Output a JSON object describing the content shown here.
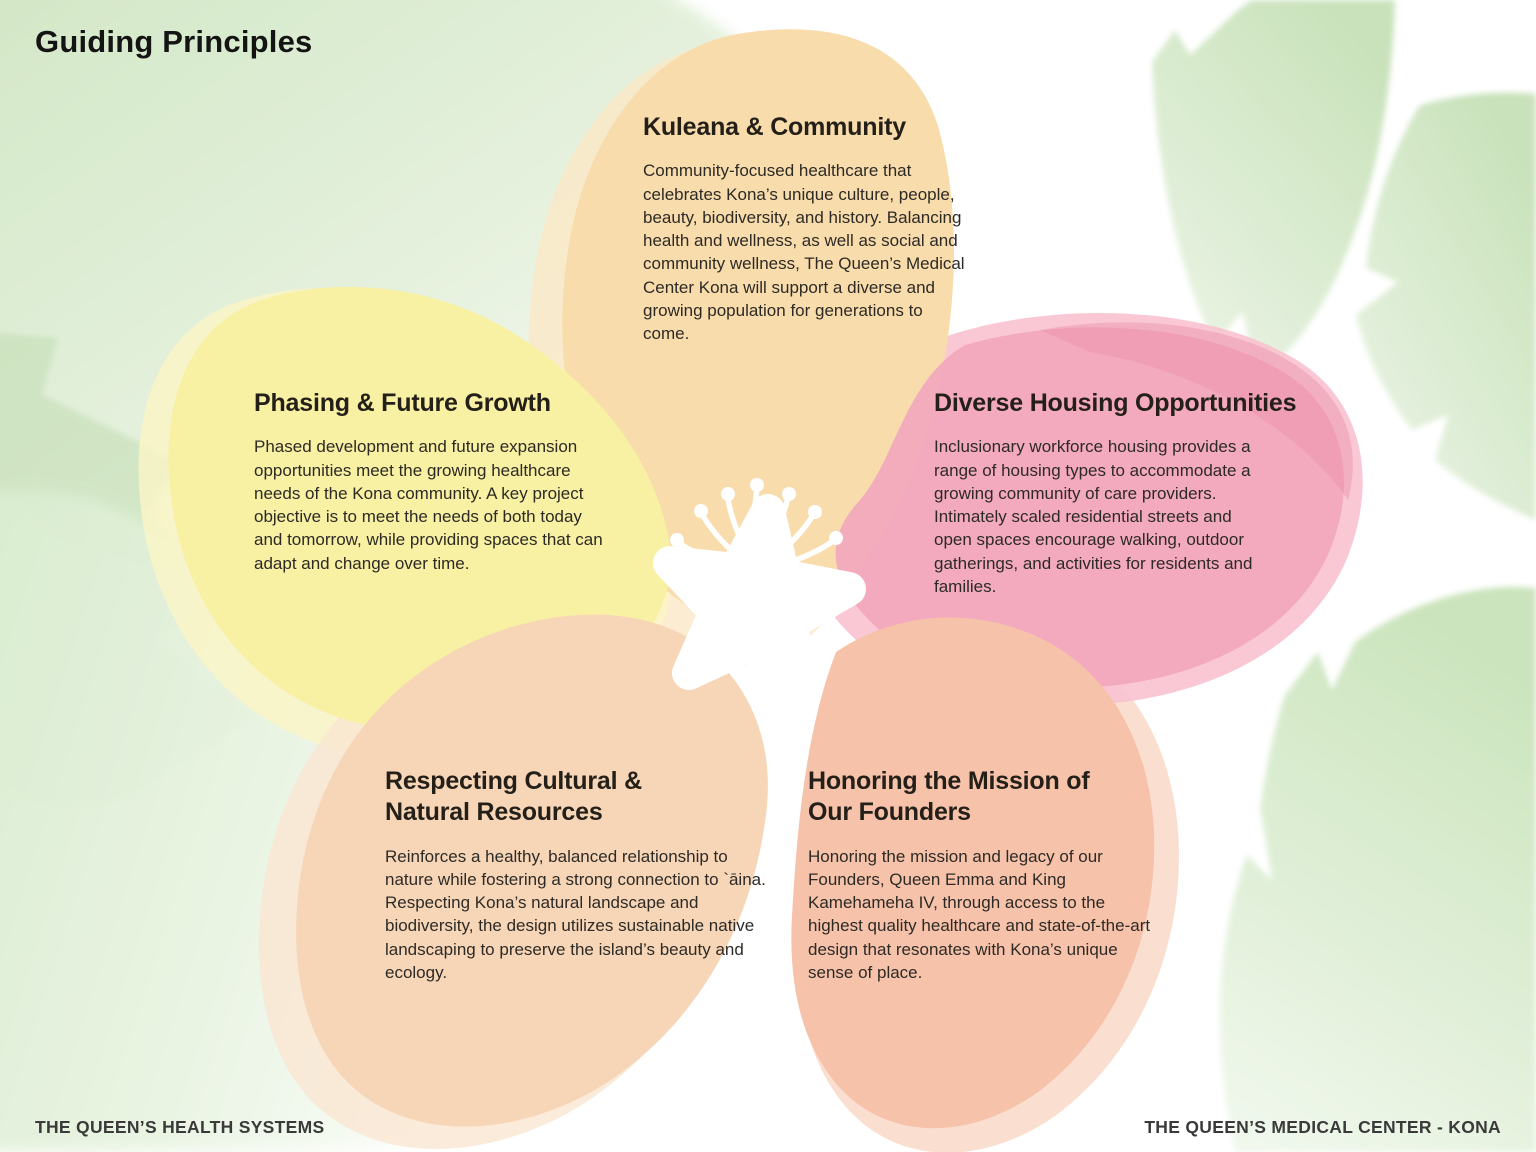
{
  "page": {
    "title": "Guiding Principles",
    "footer_left": "THE QUEEN’S HEALTH SYSTEMS",
    "footer_right": "THE QUEEN’S MEDICAL CENTER - KONA"
  },
  "principles": [
    {
      "id": "kuleana",
      "heading": "Kuleana & Community",
      "body": "Community-focused healthcare that celebrates Kona’s unique culture, people, beauty, biodiversity, and history. Balancing health and wellness, as well as social and community wellness, The Queen’s Medical Center Kona will support a diverse and growing population for generations to come.",
      "petal_color": "#f8dcac"
    },
    {
      "id": "phasing",
      "heading": "Phasing & Future Growth",
      "body": "Phased development and future expansion opportunities meet the growing healthcare needs of the Kona community. A key project objective is to meet the needs of both today and tomorrow, while providing spaces that can adapt and change over time.",
      "petal_color": "#f8f0a2"
    },
    {
      "id": "diverse",
      "heading": "Diverse Housing Opportunities",
      "body": "Inclusionary workforce housing provides a range of housing types to accommodate a growing community of care providers. Intimately scaled residential streets and open spaces encourage walking, outdoor gatherings, and activities for residents and families.",
      "petal_color": "#f2a7bc"
    },
    {
      "id": "respecting",
      "heading": "Respecting Cultural & Natural Resources",
      "body": "Reinforces a healthy, balanced relationship to nature while fostering a strong connection to `āina. Respecting Kona’s natural landscape and biodiversity, the design utilizes sustainable native landscaping to preserve the island’s beauty and ecology.",
      "petal_color": "#f7d6b7"
    },
    {
      "id": "honoring",
      "heading": "Honoring the Mission of Our Founders",
      "body": "Honoring the mission and legacy of our Founders, Queen Emma and King Kamehameha IV, through access to the highest quality healthcare and state-of-the-art design that resonates with Kona’s unique sense of place.",
      "petal_color": "#f6c2aa"
    }
  ],
  "decor": {
    "leaf_color": "#cde5c0",
    "flower_center_color": "#ffffff"
  }
}
